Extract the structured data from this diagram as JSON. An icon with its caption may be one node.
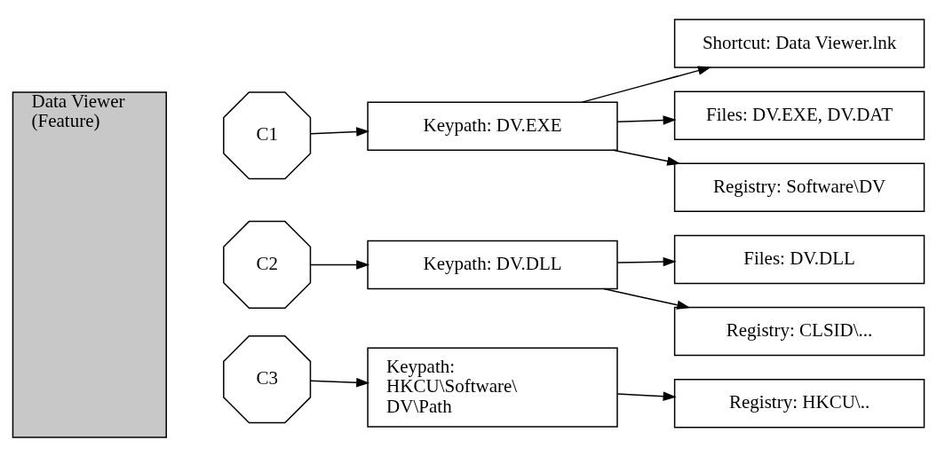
{
  "diagram": {
    "nodes": [
      {
        "text": [
          "Data Viewer (Feature)"
        ]
      },
      {
        "text": [
          "C1"
        ]
      },
      {
        "text": [
          "Keypath: DV.EXE"
        ]
      },
      {
        "text": [
          "Shortcut: Data Viewer.lnk"
        ]
      },
      {
        "text": [
          "Files: DV.EXE, DV.DAT"
        ]
      },
      {
        "text": [
          "Registry: Software\\DV"
        ]
      },
      {
        "text": [
          "C2"
        ]
      },
      {
        "text": [
          "Keypath: DV.DLL"
        ]
      },
      {
        "text": [
          "Files: DV.DLL"
        ]
      },
      {
        "text": [
          "Registry: CLSID\\..."
        ]
      },
      {
        "text": [
          "C3"
        ]
      },
      {
        "text": [
          "Keypath: HKCU\\Software\\ DV\\Path"
        ]
      },
      {
        "text": [
          "Registry: HKCU\\.."
        ]
      }
    ],
    "edges": [
      {
        "from": 1,
        "to": 2,
        "arrow": "to"
      },
      {
        "from": 2,
        "to": 3,
        "arrow": "to"
      },
      {
        "from": 2,
        "to": 4,
        "arrow": "to"
      },
      {
        "from": 2,
        "to": 5,
        "arrow": "to"
      },
      {
        "from": 6,
        "to": 7,
        "arrow": "to"
      },
      {
        "from": 7,
        "to": 8,
        "arrow": "to"
      },
      {
        "from": 7,
        "to": 9,
        "arrow": "to"
      },
      {
        "from": 10,
        "to": 11,
        "arrow": "to"
      },
      {
        "from": 11,
        "to": 12,
        "arrow": "to"
      }
    ]
  }
}
